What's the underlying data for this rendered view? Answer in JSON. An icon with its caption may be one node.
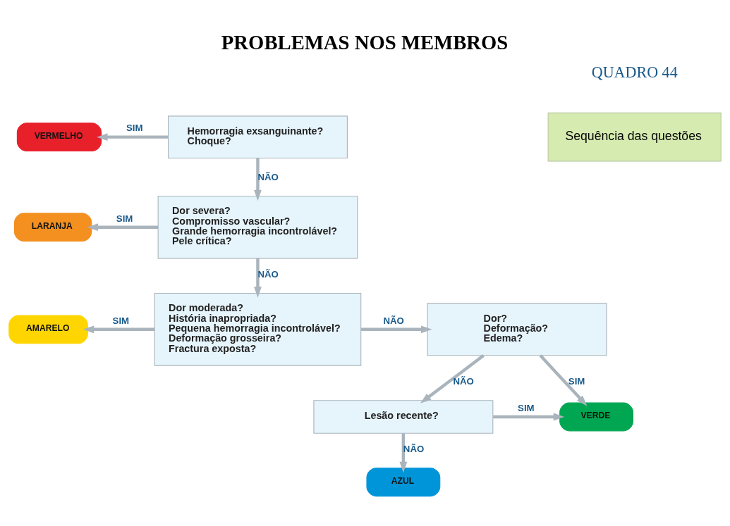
{
  "diagram": {
    "title": "PROBLEMAS NOS MEMBROS",
    "nodes": [
      {
        "text": [
          "Hemorragia exsanguinante?",
          "Choque?"
        ]
      },
      {
        "text": [
          "VERMELHO"
        ]
      },
      {
        "text": [
          "Dor severa?",
          "Compromisso vascular?",
          "Grande hemorragia incontrolável?",
          "Pele crítica?"
        ]
      },
      {
        "text": [
          "LARANJA"
        ]
      },
      {
        "text": [
          "Dor moderada?",
          "História inapropriada?",
          "Pequena hemorragia incontrolável?",
          "Deformação grosseira?",
          "Fractura exposta?"
        ]
      },
      {
        "text": [
          "AMARELO"
        ]
      },
      {
        "text": [
          "Dor?",
          "Deformação?",
          "Edema?"
        ]
      },
      {
        "text": [
          "VERDE"
        ]
      },
      {
        "text": [
          "Lesão recente?"
        ]
      },
      {
        "text": [
          "AZUL"
        ]
      },
      {
        "text": [
          "Sequência das questões"
        ]
      }
    ],
    "edges": [
      {
        "from": 0,
        "to": 1,
        "arrow": "to",
        "label": "SIM"
      },
      {
        "from": 0,
        "to": 2,
        "arrow": "to",
        "label": "NÃO"
      },
      {
        "from": 2,
        "to": 3,
        "arrow": "to",
        "label": "SIM"
      },
      {
        "from": 2,
        "to": 4,
        "arrow": "to",
        "label": "NÃO"
      },
      {
        "from": 4,
        "to": 5,
        "arrow": "to",
        "label": "SIM"
      },
      {
        "from": 4,
        "to": 6,
        "arrow": "to",
        "label": "NÃO"
      },
      {
        "from": 6,
        "to": 7,
        "arrow": "to",
        "label": "SIM"
      },
      {
        "from": 6,
        "to": 8,
        "arrow": "to",
        "label": "NÃO"
      },
      {
        "from": 8,
        "to": 7,
        "arrow": "to",
        "label": "SIM"
      },
      {
        "from": 8,
        "to": 9,
        "arrow": "to",
        "label": "NÃO"
      }
    ],
    "labels": [
      "QUADRO 44"
    ]
  }
}
